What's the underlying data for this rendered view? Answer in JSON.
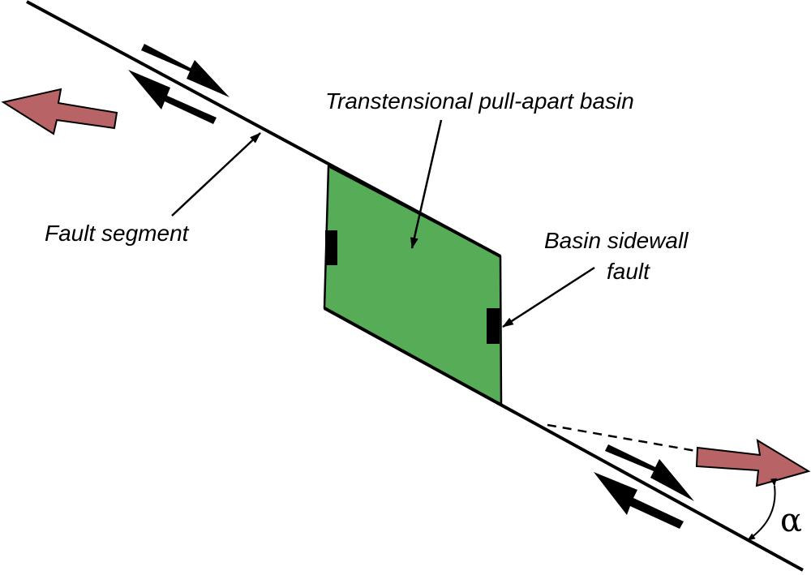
{
  "diagram": {
    "title": "Transtensional pull-apart basin at fault stepover",
    "labels": {
      "basin": "Transtensional pull-apart basin",
      "fault_segment": "Fault segment",
      "sidewall_line1": "Basin sidewall",
      "sidewall_line2": "fault",
      "angle": "α"
    },
    "colors": {
      "basin_fill": "#57ad57",
      "extension_arrow_fill": "#b86466",
      "line": "#000000"
    },
    "elements": {
      "fault_segments": [
        "upper-left fault segment",
        "lower-right fault segment"
      ],
      "shear_sense": "dextral (right-lateral) slip arrows on both segments",
      "extension_arrows": [
        "left-pointing extension arrow",
        "right-pointing extension arrow"
      ],
      "angle_marker": "angle α between extension direction and fault"
    }
  }
}
